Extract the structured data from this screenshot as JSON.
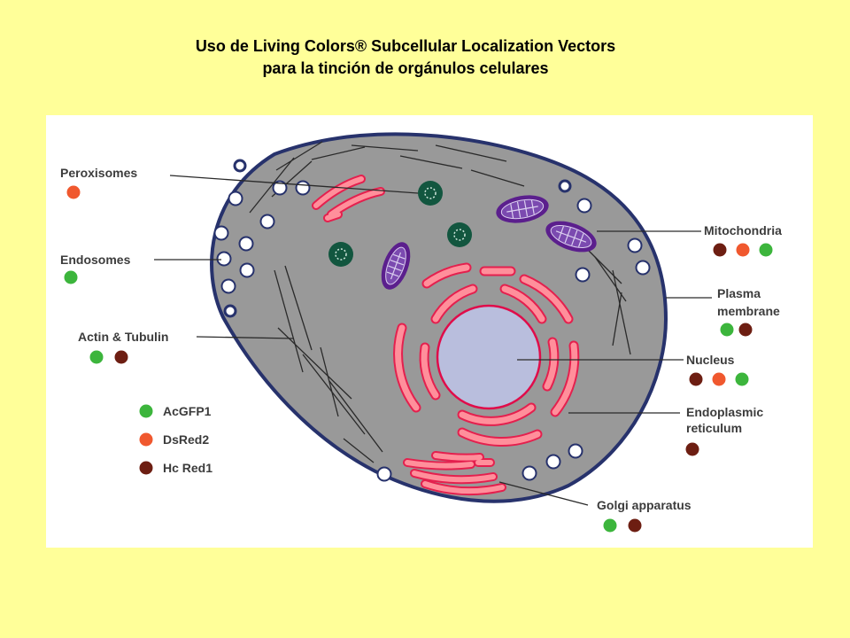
{
  "title": {
    "line1": "Uso de Living Colors® Subcellular Localization Vectors",
    "line2": "para la tinción de orgánulos celulares"
  },
  "colors": {
    "background": "#ffff99",
    "cytoplasm": "#999999",
    "cell_border": "#27326c",
    "nucleus": "#b9bedd",
    "er_golgi": "#ff8f9b",
    "mitochondria": "#5b1f8d",
    "peroxisome": "#12563f",
    "AcGFP1": "#3cb53c",
    "DsRed2": "#f0582e",
    "Hc Red1": "#6d1e12"
  },
  "legend": [
    {
      "label": "AcGFP1",
      "color": "#3cb53c"
    },
    {
      "label": "DsRed2",
      "color": "#f0582e"
    },
    {
      "label": "Hc Red1",
      "color": "#6d1e12"
    }
  ],
  "labels": {
    "peroxisomes": {
      "text": "Peroxisomes",
      "dots": [
        "DsRed2"
      ]
    },
    "endosomes": {
      "text": "Endosomes",
      "dots": [
        "AcGFP1"
      ]
    },
    "actin_tubulin": {
      "text": "Actin & Tubulin",
      "dots": [
        "AcGFP1",
        "Hc Red1"
      ]
    },
    "mitochondria": {
      "text": "Mitochondria",
      "dots": [
        "Hc Red1",
        "DsRed2",
        "AcGFP1"
      ]
    },
    "plasma_membrane": {
      "line1": "Plasma",
      "line2": "membrane",
      "dots": [
        "AcGFP1",
        "Hc Red1"
      ]
    },
    "nucleus": {
      "text": "Nucleus",
      "dots": [
        "Hc Red1",
        "DsRed2",
        "AcGFP1"
      ]
    },
    "er": {
      "line1": "Endoplasmic",
      "line2": "reticulum",
      "dots": [
        "Hc Red1"
      ]
    },
    "golgi": {
      "text": "Golgi apparatus",
      "dots": [
        "AcGFP1",
        "Hc Red1"
      ]
    }
  }
}
